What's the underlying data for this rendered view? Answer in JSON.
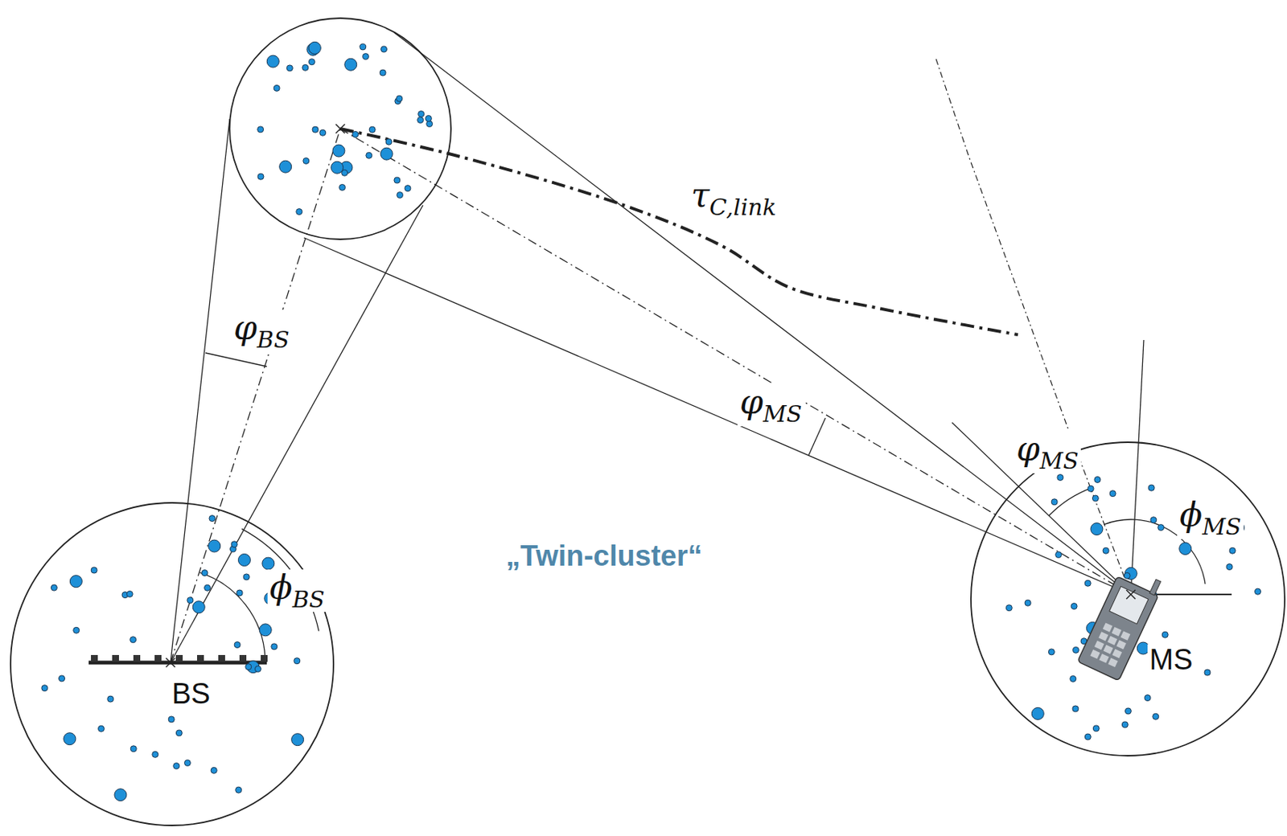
{
  "diagram": {
    "nodes": [
      {
        "text": [
          "BS"
        ]
      },
      {
        "text": [
          "MS"
        ]
      }
    ],
    "labels": [
      "φBS",
      "φMS",
      "φMS",
      "ϕBS",
      "ϕMS",
      "τC,link",
      "„Twin-cluster“"
    ]
  }
}
